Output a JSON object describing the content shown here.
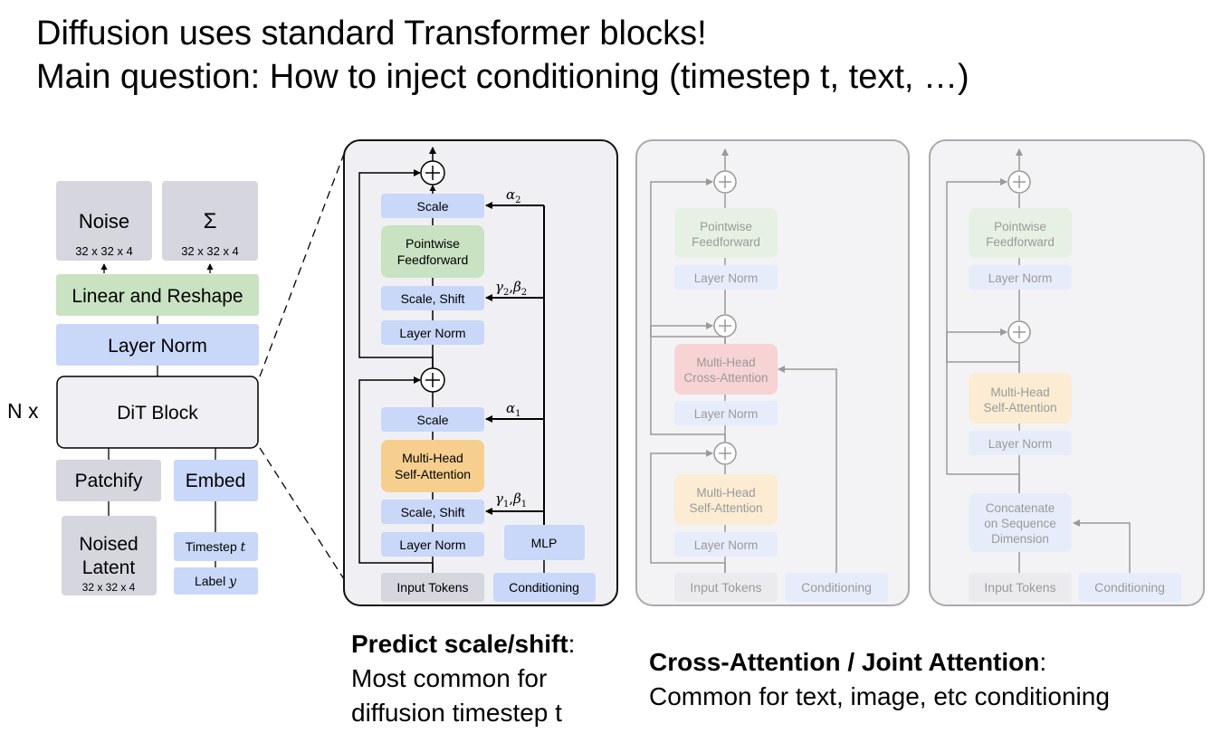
{
  "header": {
    "line1": "Diffusion uses standard Transformer blocks!",
    "line2": "Main question: How to inject conditioning (timestep t, text, …)"
  },
  "dit": {
    "noise": "Noise",
    "sigma": "Σ",
    "size_label": "32 x 32 x 4",
    "linear_reshape": "Linear and Reshape",
    "layer_norm": "Layer Norm",
    "block": "DiT Block",
    "repeat": "N x",
    "patchify": "Patchify",
    "embed": "Embed",
    "noised_latent_1": "Noised",
    "noised_latent_2": "Latent",
    "timestep_text": "Timestep",
    "timestep_var": "t",
    "label_text": "Label",
    "label_var": "y"
  },
  "adaln": {
    "scale": "Scale",
    "pointwise_1": "Pointwise",
    "pointwise_2": "Feedforward",
    "scale_shift": "Scale, Shift",
    "layer_norm": "Layer Norm",
    "mhsa_1": "Multi-Head",
    "mhsa_2": "Self-Attention",
    "mlp": "MLP",
    "input_tokens": "Input Tokens",
    "conditioning": "Conditioning",
    "alpha2": "α",
    "alpha2_sub": "2",
    "gb2_g": "γ",
    "gb2_b": "β",
    "gb2_sub": "2",
    "alpha1": "α",
    "alpha1_sub": "1",
    "gb1_g": "γ",
    "gb1_b": "β",
    "gb1_sub": "1"
  },
  "cross": {
    "pointwise_1": "Pointwise",
    "pointwise_2": "Feedforward",
    "layer_norm": "Layer Norm",
    "mhca_1": "Multi-Head",
    "mhca_2": "Cross-Attention",
    "mhsa_1": "Multi-Head",
    "mhsa_2": "Self-Attention",
    "input_tokens": "Input Tokens",
    "conditioning": "Conditioning"
  },
  "joint": {
    "pointwise_1": "Pointwise",
    "pointwise_2": "Feedforward",
    "layer_norm": "Layer Norm",
    "mhsa_1": "Multi-Head",
    "mhsa_2": "Self-Attention",
    "concat_1": "Concatenate",
    "concat_2": "on Sequence",
    "concat_3": "Dimension",
    "input_tokens": "Input Tokens",
    "conditioning": "Conditioning"
  },
  "captions": {
    "scale_shift_bold": "Predict scale/shift",
    "scale_shift_colon": ":",
    "scale_shift_line2": "Most common for",
    "scale_shift_line3": "diffusion timestep t",
    "cross_bold": "Cross-Attention / Joint Attention",
    "cross_colon": ":",
    "cross_line2": "Common for text, image, etc conditioning"
  },
  "colors": {
    "blue_box": "#c9d7f8",
    "green_box": "#c8e2c2",
    "orange_box": "#f6cf8e",
    "gray_box": "#d5d6de",
    "panel_bg": "#f0f0f4",
    "faded_green": "#e6f1e3",
    "faded_blue": "#e7ecfb",
    "faded_orange": "#fbecd3",
    "faded_red": "#f7d3d3"
  }
}
